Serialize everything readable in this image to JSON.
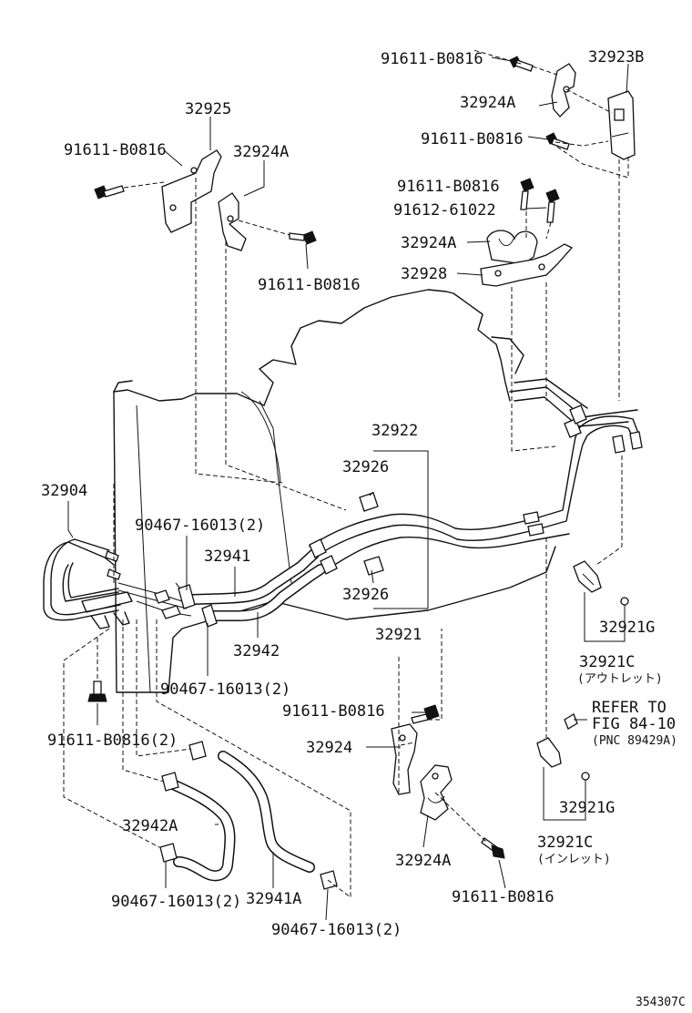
{
  "labels": {
    "top_bolt_1": "91611-B0816",
    "bracket_32923B": "32923B",
    "clamp_32924A_top": "32924A",
    "top_bolt_2": "91611-B0816",
    "bracket_32925": "32925",
    "left_bolt_1": "91611-B0816",
    "clamp_32924A_left": "32924A",
    "left_bolt_2": "91611-B0816",
    "mid_bolt_1": "91611-B0816",
    "mid_bolt_2": "91612-61022",
    "clamp_32924A_mid": "32924A",
    "bracket_32928": "32928",
    "tube_32922": "32922",
    "cushion_32926_upper": "32926",
    "cooler_32904": "32904",
    "clip_90467_upper": "90467-16013(2)",
    "hose_32941": "32941",
    "cushion_32926_lower": "32926",
    "hose_32942": "32942",
    "tube_32921": "32921",
    "clip_90467_mid": "90467-16013(2)",
    "bolt_91611_2x": "91611-B0816(2)",
    "bolt_91611_lower": "91611-B0816",
    "bracket_32924": "32924",
    "hose_32942A": "32942A",
    "clamp_32924A_lower": "32924A",
    "clip_90467_left": "90467-16013(2)",
    "hose_32941A": "32941A",
    "clip_90467_right": "90467-16013(2)",
    "bolt_91611_bottom": "91611-B0816",
    "oring_32921G_upper": "32921G",
    "union_32921C_upper": "32921C",
    "union_upper_note": "(アウトレット)",
    "refer_line_1": "REFER TO",
    "refer_line_2": "FIG 84-10",
    "refer_line_3": "(PNC 89429A)",
    "oring_32921G_lower": "32921G",
    "union_32921C_lower": "32921C",
    "union_lower_note": "(インレット)",
    "drawing_code": "354307C"
  },
  "colors": {
    "ink": "#111111",
    "paper": "#ffffff"
  }
}
